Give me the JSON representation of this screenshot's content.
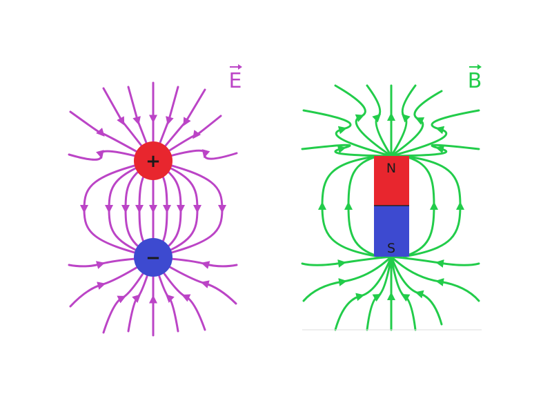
{
  "electric_panel": {
    "field_label": "E",
    "positive_symbol": "+",
    "negative_symbol": "−"
  },
  "magnetic_panel": {
    "field_label": "B",
    "north_label": "N",
    "south_label": "S"
  },
  "colors": {
    "electric_line": "#bb44c6",
    "magnetic_line": "#22cc4a",
    "positive_charge": "#e8262e",
    "negative_charge": "#3d4ad0",
    "north_pole": "#e8262e",
    "south_pole": "#3d4ad0"
  }
}
